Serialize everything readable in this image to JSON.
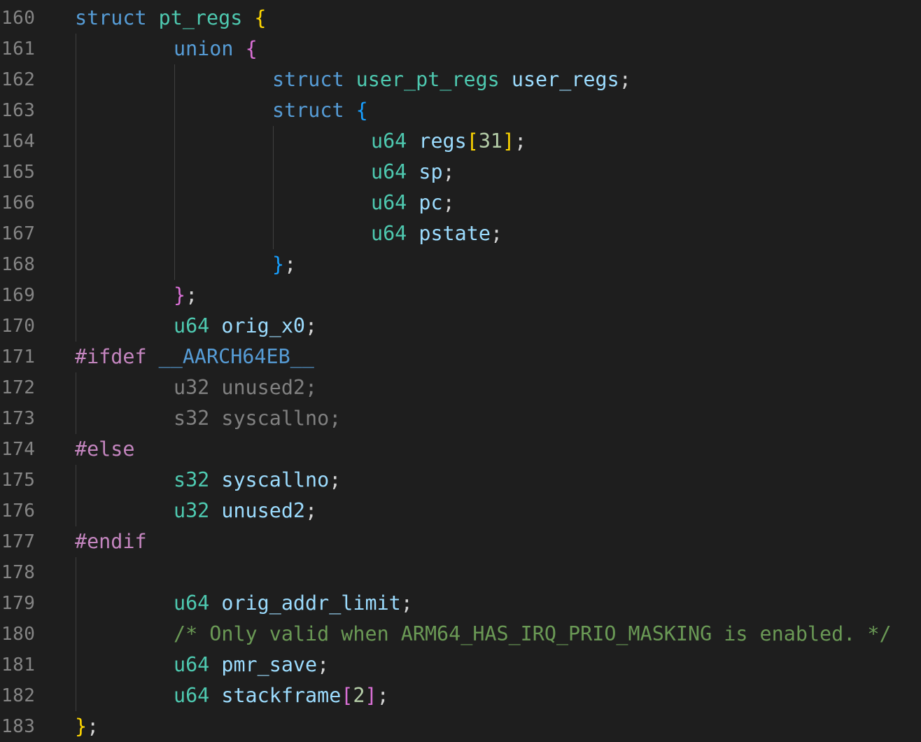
{
  "editor": {
    "language": "c",
    "theme_colors": {
      "background": "#1e1e1e",
      "line_number": "#858585",
      "indent_guide": "#404040",
      "keyword": "#569cd6",
      "type": "#4ec9b0",
      "variable": "#9cdcfe",
      "preprocessor": "#c586c0",
      "number": "#b5cea8",
      "comment": "#6a9955",
      "inactive": "#808080",
      "punctuation": "#d4d4d4",
      "bracket_level_1": "#ffd700",
      "bracket_level_2": "#da70d6",
      "bracket_level_3": "#179fff"
    },
    "lines": [
      {
        "n": "160",
        "indent": 0,
        "tokens": [
          [
            "kw",
            "struct"
          ],
          [
            "txt",
            " "
          ],
          [
            "type",
            "pt_regs"
          ],
          [
            "txt",
            " "
          ],
          [
            "b1",
            "{"
          ]
        ]
      },
      {
        "n": "161",
        "indent": 1,
        "tokens": [
          [
            "kw",
            "union"
          ],
          [
            "txt",
            " "
          ],
          [
            "b2",
            "{"
          ]
        ]
      },
      {
        "n": "162",
        "indent": 2,
        "tokens": [
          [
            "kw",
            "struct"
          ],
          [
            "txt",
            " "
          ],
          [
            "type",
            "user_pt_regs"
          ],
          [
            "txt",
            " "
          ],
          [
            "var",
            "user_regs"
          ],
          [
            "txt",
            ";"
          ]
        ]
      },
      {
        "n": "163",
        "indent": 2,
        "tokens": [
          [
            "kw",
            "struct"
          ],
          [
            "txt",
            " "
          ],
          [
            "b3",
            "{"
          ]
        ]
      },
      {
        "n": "164",
        "indent": 3,
        "tokens": [
          [
            "type",
            "u64"
          ],
          [
            "txt",
            " "
          ],
          [
            "var",
            "regs"
          ],
          [
            "b1",
            "["
          ],
          [
            "num",
            "31"
          ],
          [
            "b1",
            "]"
          ],
          [
            "txt",
            ";"
          ]
        ]
      },
      {
        "n": "165",
        "indent": 3,
        "tokens": [
          [
            "type",
            "u64"
          ],
          [
            "txt",
            " "
          ],
          [
            "var",
            "sp"
          ],
          [
            "txt",
            ";"
          ]
        ]
      },
      {
        "n": "166",
        "indent": 3,
        "tokens": [
          [
            "type",
            "u64"
          ],
          [
            "txt",
            " "
          ],
          [
            "var",
            "pc"
          ],
          [
            "txt",
            ";"
          ]
        ]
      },
      {
        "n": "167",
        "indent": 3,
        "tokens": [
          [
            "type",
            "u64"
          ],
          [
            "txt",
            " "
          ],
          [
            "var",
            "pstate"
          ],
          [
            "txt",
            ";"
          ]
        ]
      },
      {
        "n": "168",
        "indent": 2,
        "tokens": [
          [
            "b3",
            "}"
          ],
          [
            "txt",
            ";"
          ]
        ]
      },
      {
        "n": "169",
        "indent": 1,
        "tokens": [
          [
            "b2",
            "}"
          ],
          [
            "txt",
            ";"
          ]
        ]
      },
      {
        "n": "170",
        "indent": 1,
        "tokens": [
          [
            "type",
            "u64"
          ],
          [
            "txt",
            " "
          ],
          [
            "var",
            "orig_x0"
          ],
          [
            "txt",
            ";"
          ]
        ]
      },
      {
        "n": "171",
        "indent": 0,
        "tokens": [
          [
            "pp",
            "#ifdef"
          ],
          [
            "txt",
            " "
          ],
          [
            "kw",
            "__AARCH64EB__"
          ]
        ]
      },
      {
        "n": "172",
        "indent": 1,
        "tokens": [
          [
            "dim",
            "u32 unused2;"
          ]
        ]
      },
      {
        "n": "173",
        "indent": 1,
        "tokens": [
          [
            "dim",
            "s32 syscallno;"
          ]
        ]
      },
      {
        "n": "174",
        "indent": 0,
        "tokens": [
          [
            "pp",
            "#else"
          ]
        ]
      },
      {
        "n": "175",
        "indent": 1,
        "tokens": [
          [
            "type",
            "s32"
          ],
          [
            "txt",
            " "
          ],
          [
            "var",
            "syscallno"
          ],
          [
            "txt",
            ";"
          ]
        ]
      },
      {
        "n": "176",
        "indent": 1,
        "tokens": [
          [
            "type",
            "u32"
          ],
          [
            "txt",
            " "
          ],
          [
            "var",
            "unused2"
          ],
          [
            "txt",
            ";"
          ]
        ]
      },
      {
        "n": "177",
        "indent": 0,
        "tokens": [
          [
            "pp",
            "#endif"
          ]
        ]
      },
      {
        "n": "178",
        "indent": 0,
        "tokens": []
      },
      {
        "n": "179",
        "indent": 1,
        "tokens": [
          [
            "type",
            "u64"
          ],
          [
            "txt",
            " "
          ],
          [
            "var",
            "orig_addr_limit"
          ],
          [
            "txt",
            ";"
          ]
        ]
      },
      {
        "n": "180",
        "indent": 1,
        "tokens": [
          [
            "cmt",
            "/* Only valid when ARM64_HAS_IRQ_PRIO_MASKING is enabled. */"
          ]
        ]
      },
      {
        "n": "181",
        "indent": 1,
        "tokens": [
          [
            "type",
            "u64"
          ],
          [
            "txt",
            " "
          ],
          [
            "var",
            "pmr_save"
          ],
          [
            "txt",
            ";"
          ]
        ]
      },
      {
        "n": "182",
        "indent": 1,
        "tokens": [
          [
            "type",
            "u64"
          ],
          [
            "txt",
            " "
          ],
          [
            "var",
            "stackframe"
          ],
          [
            "b2",
            "["
          ],
          [
            "num",
            "2"
          ],
          [
            "b2",
            "]"
          ],
          [
            "txt",
            ";"
          ]
        ]
      },
      {
        "n": "183",
        "indent": 0,
        "tokens": [
          [
            "b1",
            "}"
          ],
          [
            "txt",
            ";"
          ]
        ]
      }
    ]
  }
}
